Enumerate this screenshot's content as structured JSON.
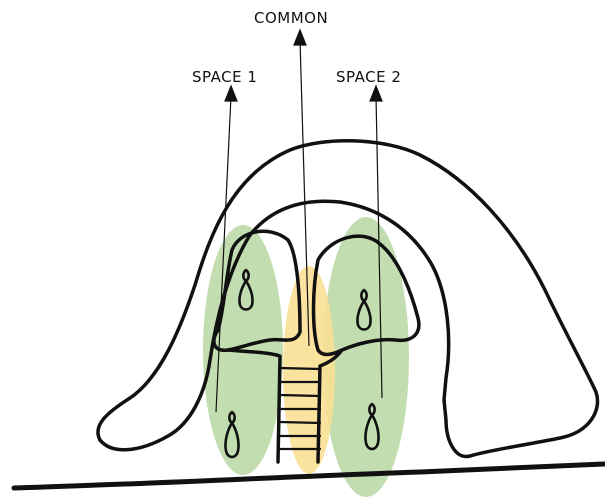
{
  "labels": {
    "common": "COMMON",
    "space_1": "SPACE 1",
    "space_2": "SPACE 2"
  },
  "colors": {
    "space_zone": "#b7d8a3",
    "common_zone": "#f9df95",
    "line": "#111111",
    "background": "#ffffff"
  }
}
